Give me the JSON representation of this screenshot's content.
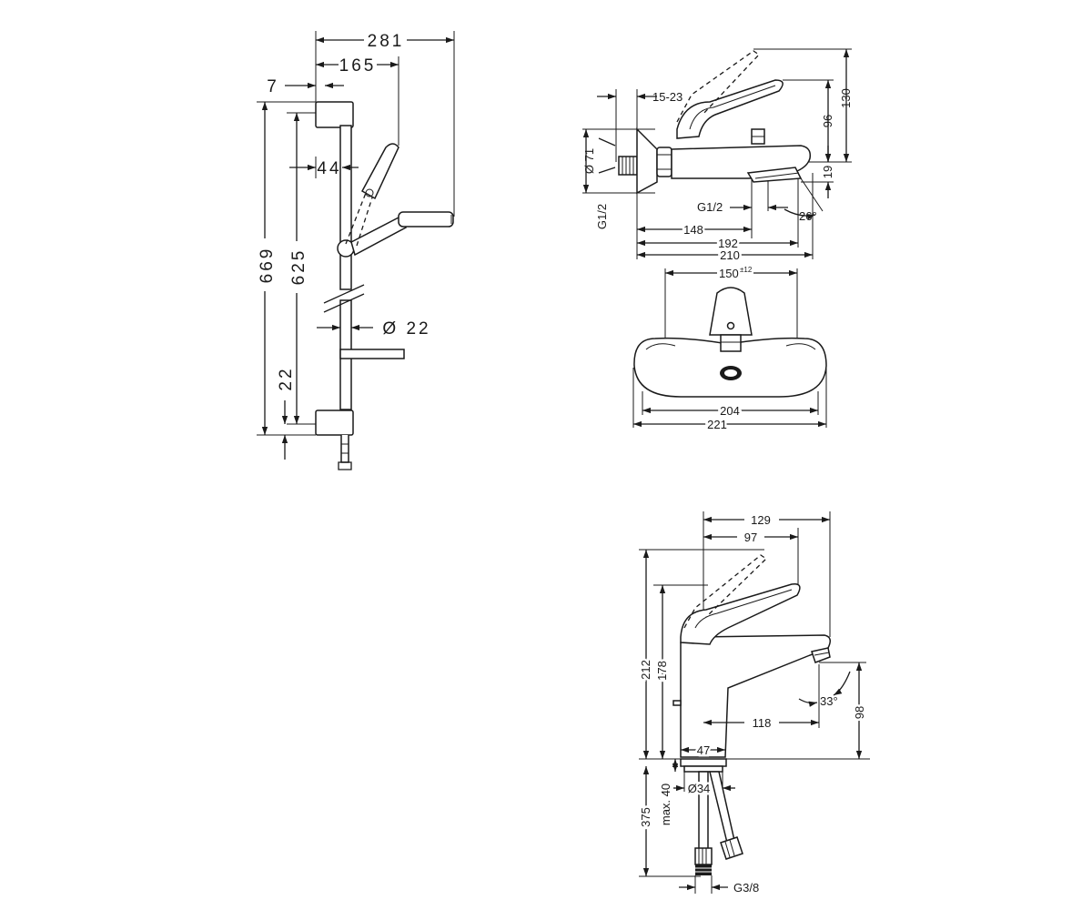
{
  "shower_set": {
    "dims": {
      "d281": "281",
      "d165": "165",
      "d7": "7",
      "d44": "44",
      "d669": "669",
      "d625": "625",
      "d22v": "22",
      "dia22": "Ø 22"
    }
  },
  "bath_mixer": {
    "side": {
      "d15_23": "15-23",
      "d130": "130",
      "d96": "96",
      "d19": "19",
      "dia71": "Ø 71",
      "g12_left": "G1/2",
      "g12_outlet": "G1/2",
      "d26": "26°",
      "d148": "148",
      "d192": "192",
      "d210": "210"
    },
    "front": {
      "d150": "150",
      "d150_tol": "±12",
      "d204": "204",
      "d221": "221"
    }
  },
  "basin_mixer": {
    "dims": {
      "d129": "129",
      "d97": "97",
      "d212": "212",
      "d178": "178",
      "d33": "33°",
      "d98": "98",
      "d118": "118",
      "d47": "47",
      "dia34": "Ø34",
      "max40": "max. 40",
      "d375": "375",
      "g38": "G3/8"
    }
  }
}
